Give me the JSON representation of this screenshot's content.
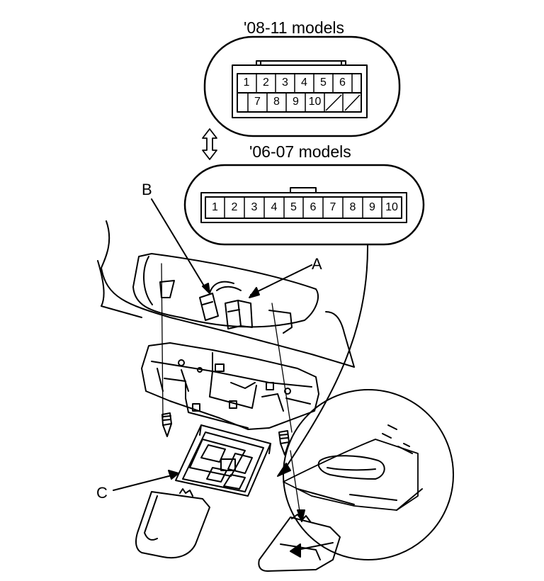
{
  "titles": {
    "models_08_11": "'08-11 models",
    "models_06_07": "'06-07 models"
  },
  "connector_08_11": {
    "row1_pins": [
      "1",
      "2",
      "3",
      "4",
      "5",
      "6"
    ],
    "row2_pins": [
      "",
      "7",
      "8",
      "9",
      "10",
      "",
      ""
    ]
  },
  "connector_06_07": {
    "pins": [
      "1",
      "2",
      "3",
      "4",
      "5",
      "6",
      "7",
      "8",
      "9",
      "10"
    ]
  },
  "callouts": {
    "a": "A",
    "b": "B",
    "c": "C"
  },
  "colors": {
    "line": "#000000",
    "background": "#ffffff",
    "shade": "#d9d9d9"
  }
}
